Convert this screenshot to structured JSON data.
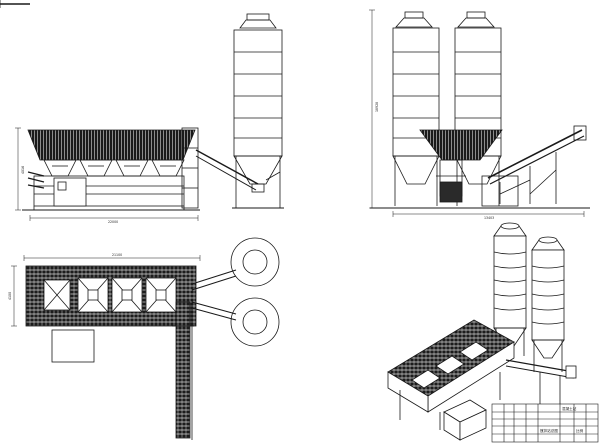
{
  "drawing": {
    "views": {
      "front_elevation": {
        "width_dim": "22000",
        "height_dim": "4016"
      },
      "side_elevation": {
        "width_dim": "13403",
        "height_dim": "18928"
      },
      "plan_view": {
        "width_dim": "21100",
        "height_dim": "4100"
      },
      "isometric": {}
    },
    "title_block": {
      "rows": [
        [
          "",
          "",
          "",
          "",
          "",
          "混凝土站",
          "",
          "",
          ""
        ],
        [
          "",
          "",
          "",
          "",
          "",
          "",
          "",
          "",
          ""
        ],
        [
          "",
          "",
          "",
          "",
          "",
          "",
          "",
          "",
          ""
        ],
        [
          "",
          "",
          "",
          "",
          "",
          "搅拌站总图",
          "",
          "比例",
          ""
        ],
        [
          "",
          "",
          "",
          "",
          "",
          "",
          "",
          "",
          ""
        ]
      ]
    },
    "colors": {
      "line": "#1a1a1a",
      "hatch": "#111111",
      "paper": "#ffffff"
    }
  }
}
